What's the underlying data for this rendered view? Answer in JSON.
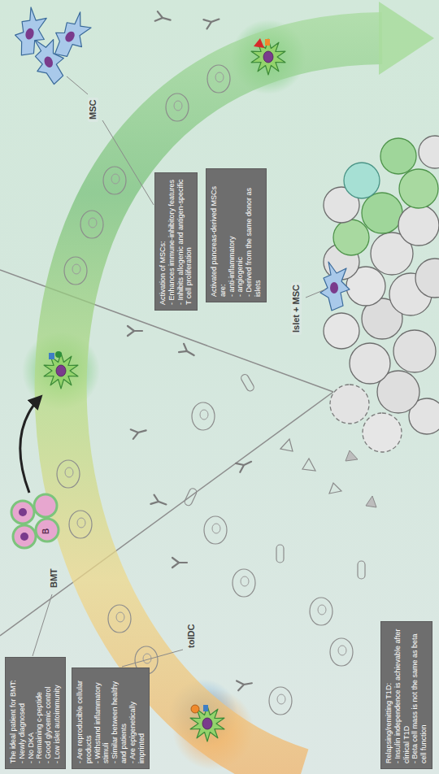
{
  "diagram": {
    "nodes": [
      {
        "text": [
          "The ideal patient for BMT:",
          "- Newly diagnosed",
          "- No DKA",
          "- Remaining c-peptide",
          "- Good glycemic control",
          "- Low islet autoimmunity"
        ]
      },
      {
        "text": [
          "- Are reproducible cellular products",
          "- Withstand inflammatory stimuli",
          "- Similar between healthy and patients",
          "- Are epigenetically imprinted"
        ]
      },
      {
        "text": [
          "Relapsing/remitting T1D:",
          "- Insulin independence is achievable after clinical T1D",
          "- Beta cell mass is not the same as beta cell function"
        ]
      },
      {
        "text": [
          "Activation of MSCs:",
          "- Enhances immune-inhibitory features",
          "- Inhibits allogenic and antigen-specific T cell proliferation"
        ]
      },
      {
        "text": [
          "Activated pancreas-derived MSCs are:",
          "- anti-inflammatory",
          "- angiogenic",
          "- Derived from the same donor as islets"
        ]
      }
    ],
    "labels": [
      "BMT",
      "B",
      "toIDC",
      "MSC",
      "Islet + MSC"
    ]
  }
}
